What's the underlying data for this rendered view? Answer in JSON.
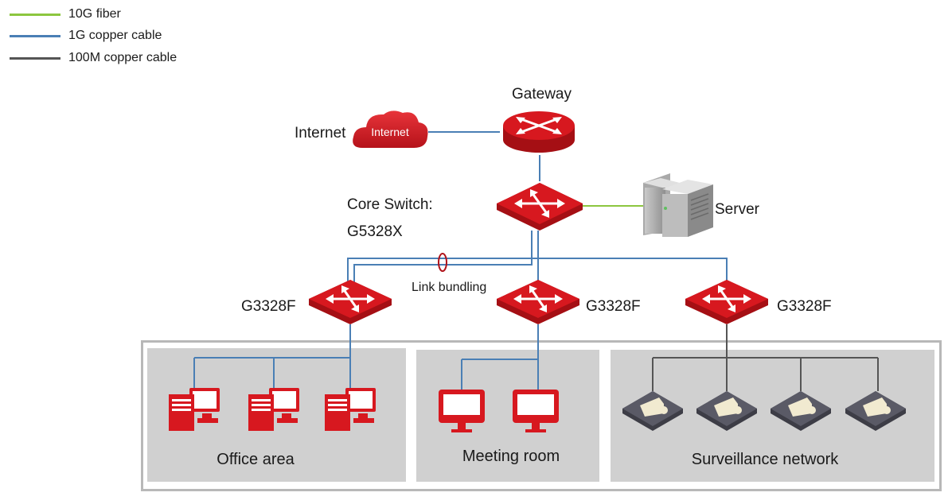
{
  "legend": [
    {
      "label": "10G fiber",
      "color": "#8cc63f"
    },
    {
      "label": "1G copper cable",
      "color": "#4a7fb5"
    },
    {
      "label": "100M copper cable",
      "color": "#555555"
    }
  ],
  "nodes": {
    "gateway": "Gateway",
    "internet": "Internet",
    "internet_cloud_text": "Internet",
    "core_switch_line1": "Core Switch:",
    "core_switch_line2": "G5328X",
    "server": "Server",
    "access_left": "G3328F",
    "access_middle": "G3328F",
    "access_right": "G3328F",
    "link_bundling": "Link bundling"
  },
  "zones": {
    "office": "Office area",
    "meeting": "Meeting room",
    "surveillance": "Surveillance network"
  },
  "colors": {
    "device_red": "#d7181f",
    "device_red_dark": "#a50f14",
    "camera_gray": "#5a5a66",
    "zone_gray": "#d0d0d0"
  },
  "icons": {
    "gateway": "router-icon",
    "internet": "cloud-icon",
    "core_switch": "switch-icon",
    "server": "server-icon",
    "office_devices": "desktop-pc-icon",
    "meeting_devices": "monitor-icon",
    "surveillance_devices": "camera-icon"
  }
}
